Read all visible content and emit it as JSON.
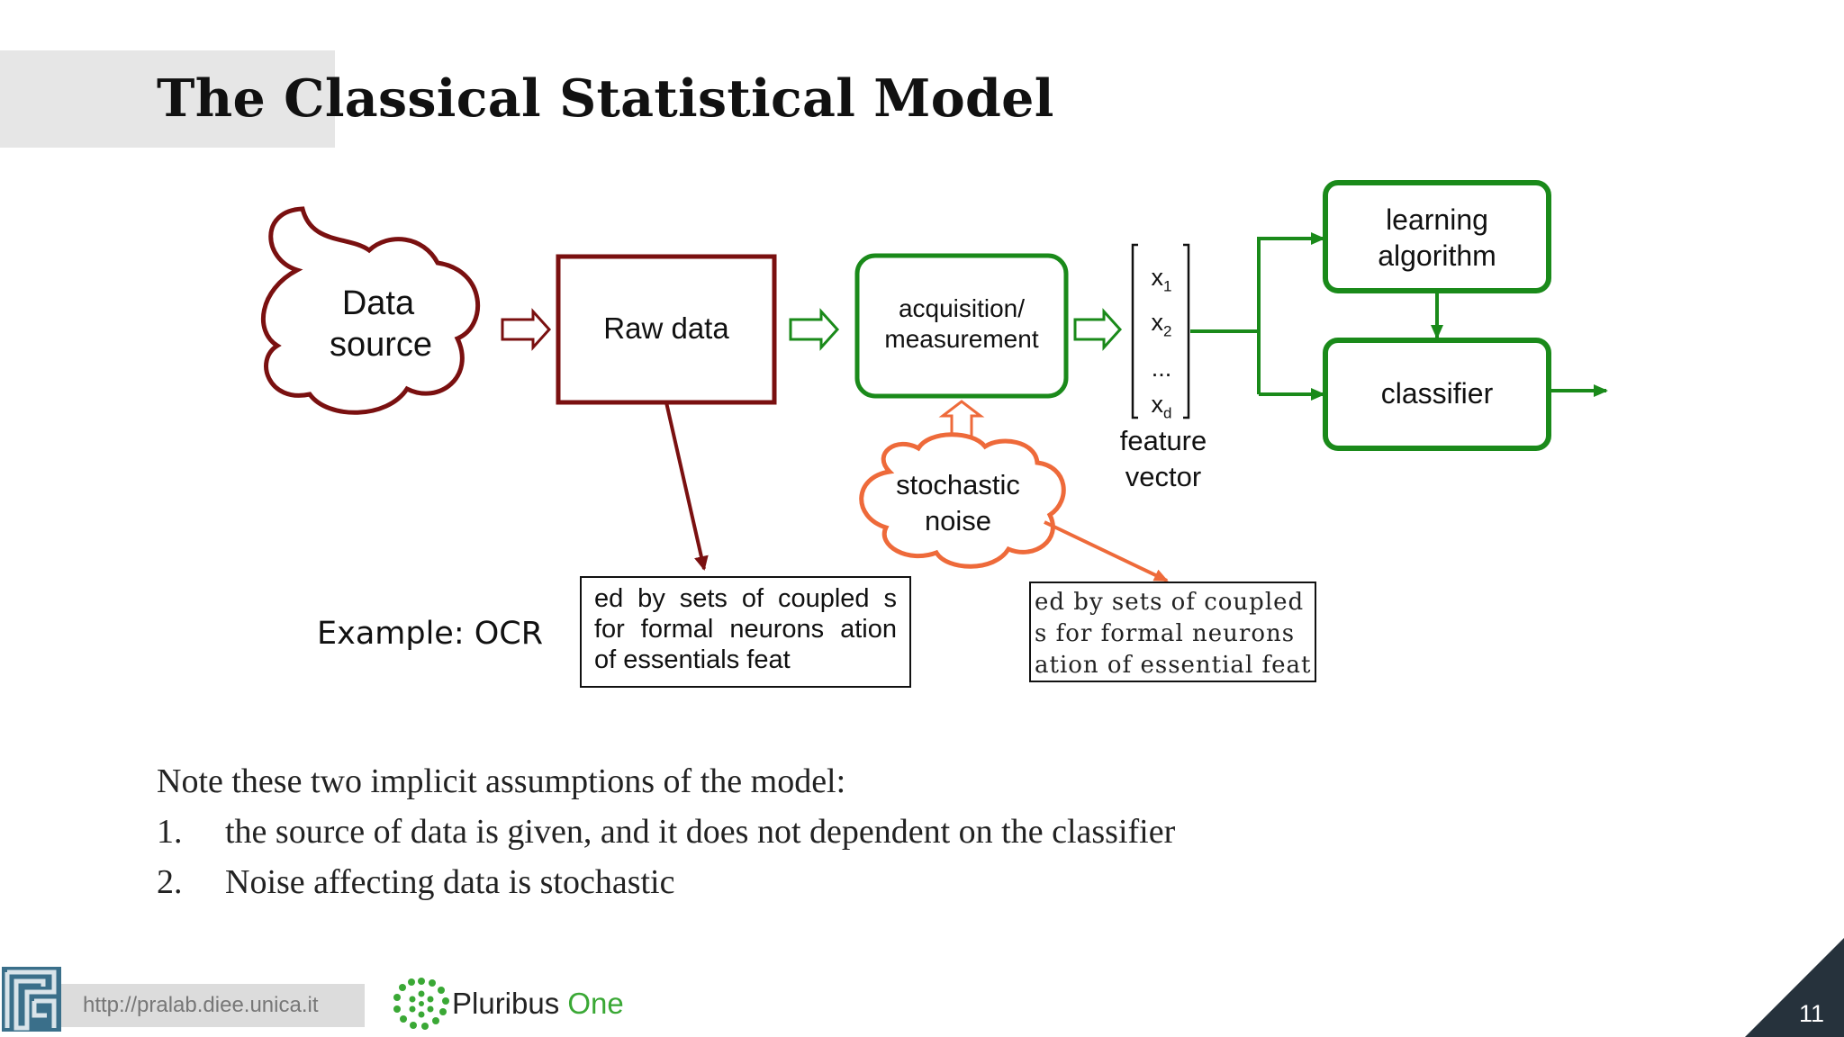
{
  "slide": {
    "title": "The Classical Statistical Model",
    "page_number": "11"
  },
  "diagram": {
    "data_source": [
      "Data",
      "source"
    ],
    "raw_data": "Raw data",
    "acquisition": [
      "acquisition/",
      "measurement"
    ],
    "feature_vector": {
      "components": [
        "x",
        "x",
        "...",
        "x"
      ],
      "subscripts": [
        "1",
        "2",
        "",
        "d"
      ],
      "caption": [
        "feature",
        "vector"
      ]
    },
    "learning_algorithm": [
      "learning",
      "algorithm"
    ],
    "classifier": "classifier",
    "noise": [
      "stochastic",
      "noise"
    ],
    "colors": {
      "source": "#7a1010",
      "process": "#1a8a1a",
      "noise": "#ee6a3a"
    }
  },
  "example": {
    "label": "Example: OCR",
    "clean_lines": [
      "ed by sets of coupled s",
      "for formal neurons ation",
      "of essentials feat"
    ],
    "noisy_lines": [
      "ed by sets of coupled",
      "s for formal neurons",
      "ation of essential feat"
    ]
  },
  "notes": {
    "intro": "Note these two implicit assumptions of the model:",
    "items": [
      {
        "num": "1.",
        "text": "the source of data is given, and it does not dependent on the classifier"
      },
      {
        "num": "2.",
        "text": "Noise affecting data is stochastic"
      }
    ]
  },
  "footer": {
    "url": "http://pralab.diee.unica.it",
    "brand_main": "Pluribus ",
    "brand_accent": "One"
  }
}
